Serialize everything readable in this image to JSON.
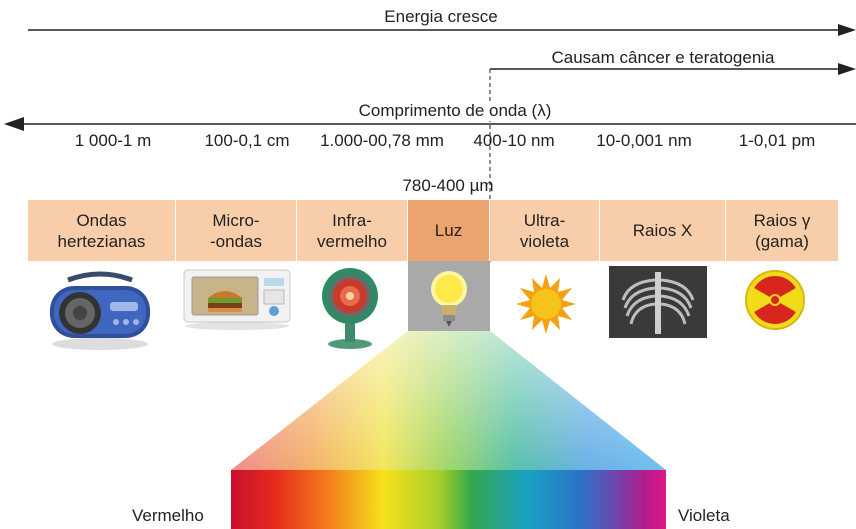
{
  "top_arrow": {
    "label": "Energia cresce"
  },
  "second_arrow": {
    "label": "Causam câncer e teratogenia"
  },
  "wavelength_arrow": {
    "label": "Comprimento de onda (λ)"
  },
  "ranges": [
    {
      "label": "1 000-1 m"
    },
    {
      "label": "100-0,1 cm"
    },
    {
      "label": "1.000-00,78 mm"
    },
    {
      "label": "400-10 nm"
    },
    {
      "label": "10-0,001 nm"
    },
    {
      "label": "1-0,01 pm"
    }
  ],
  "visible_range": {
    "label": "780-400 µm"
  },
  "bands": [
    {
      "label": "Ondas\nhertezianas",
      "icon": "radio-icon"
    },
    {
      "label": "Micro-\n-ondas",
      "icon": "microwave-icon"
    },
    {
      "label": "Infra-\nvermelho",
      "icon": "heater-icon"
    },
    {
      "label": "Luz",
      "icon": "lightbulb-icon",
      "highlight": true
    },
    {
      "label": "Ultra-\nvioleta",
      "icon": "sun-icon"
    },
    {
      "label": "Raios X",
      "icon": "xray-icon"
    },
    {
      "label": "Raios γ\n(gama)",
      "icon": "radiation-icon"
    }
  ],
  "spectrum": {
    "left_label": "Vermelho",
    "right_label": "Violeta"
  },
  "colors": {
    "band_fill": "#f8ceaa",
    "band_highlight": "#eca36e",
    "arrow": "#222222"
  }
}
